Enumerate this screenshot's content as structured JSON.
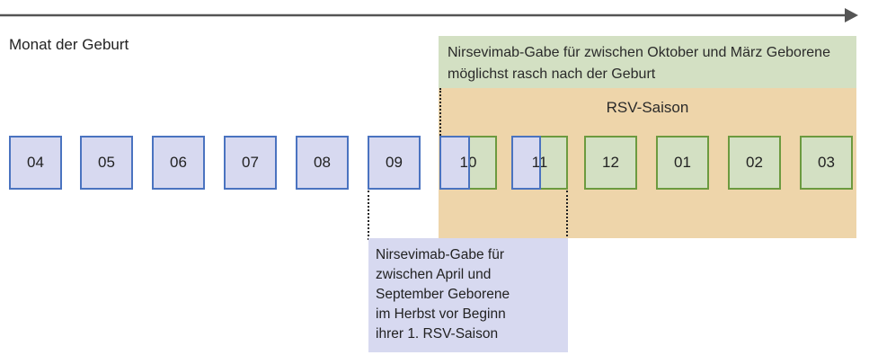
{
  "labels": {
    "birth_month": "Monat der Geburt",
    "green_note": "Nirsevimab-Gabe für zwischen Oktober und März Geborene möglichst rasch nach der Geburt",
    "season": "RSV-Saison",
    "blue_note_lines": [
      "Nirsevimab-Gabe für",
      "zwischen April und",
      "September Geborene",
      "im Herbst vor Beginn",
      "ihrer 1. RSV-Saison"
    ]
  },
  "months": [
    "04",
    "05",
    "06",
    "07",
    "08",
    "09",
    "10",
    "11",
    "12",
    "01",
    "02",
    "03"
  ],
  "colors": {
    "blue_fill": "#d7d9f0",
    "blue_border": "#4a73c0",
    "green_fill": "#d3e0c3",
    "green_border": "#6c9a3f",
    "season_fill": "#eed5aa"
  }
}
